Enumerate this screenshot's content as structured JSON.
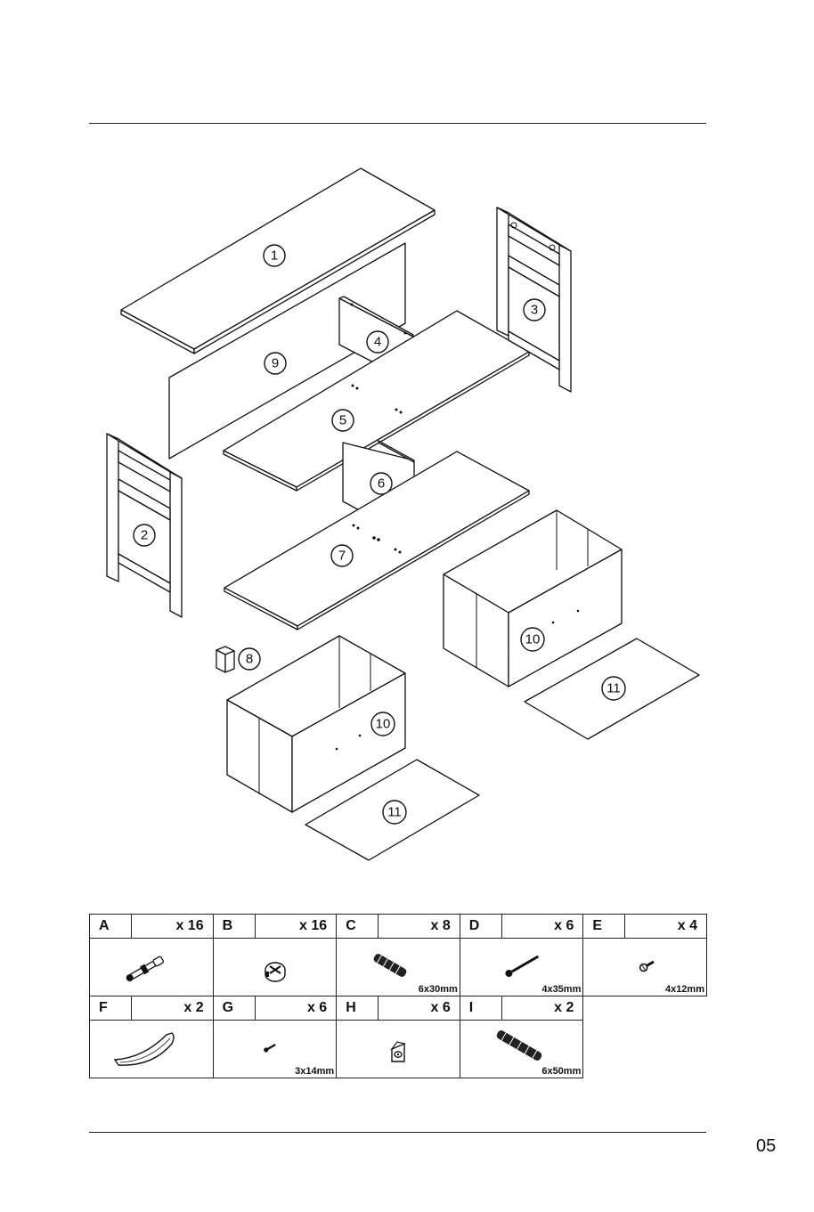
{
  "parts": [
    {
      "number": "1"
    },
    {
      "number": "2"
    },
    {
      "number": "3"
    },
    {
      "number": "4"
    },
    {
      "number": "5"
    },
    {
      "number": "6"
    },
    {
      "number": "7"
    },
    {
      "number": "8"
    },
    {
      "number": "9"
    },
    {
      "number": "10"
    },
    {
      "number": "11"
    }
  ],
  "hardware": [
    {
      "letter": "A",
      "quantity": "x 16",
      "size": "",
      "icon": "cam-bolt-icon"
    },
    {
      "letter": "B",
      "quantity": "x 16",
      "size": "",
      "icon": "cam-lock-icon"
    },
    {
      "letter": "C",
      "quantity": "x 8",
      "size": "6x30mm",
      "icon": "wooden-dowel-icon"
    },
    {
      "letter": "D",
      "quantity": "x 6",
      "size": "4x35mm",
      "icon": "long-screw-icon"
    },
    {
      "letter": "E",
      "quantity": "x 4",
      "size": "4x12mm",
      "icon": "short-screw-icon"
    },
    {
      "letter": "F",
      "quantity": "x 2",
      "size": "",
      "icon": "handle-icon"
    },
    {
      "letter": "G",
      "quantity": "x 6",
      "size": "3x14mm",
      "icon": "small-screw-icon"
    },
    {
      "letter": "H",
      "quantity": "x 6",
      "size": "",
      "icon": "bracket-icon"
    },
    {
      "letter": "I",
      "quantity": "x 2",
      "size": "6x50mm",
      "icon": "long-dowel-icon"
    }
  ],
  "page_number": "05"
}
